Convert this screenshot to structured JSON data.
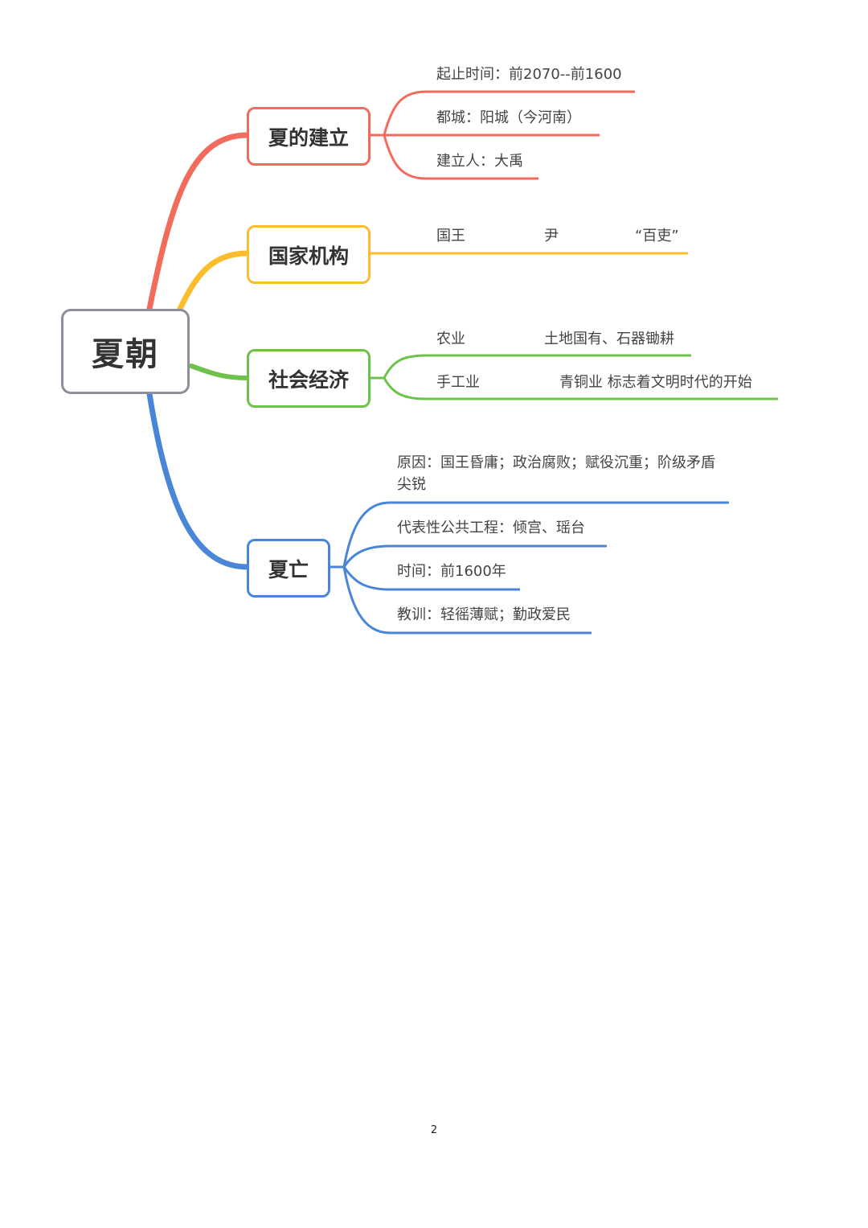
{
  "root": {
    "label": "夏朝"
  },
  "colors": {
    "root_border": "#8c8f99",
    "establish": "#f26b5b",
    "institutions": "#fbbd2c",
    "economy": "#6cc24a",
    "fall": "#4a86d8"
  },
  "branches": {
    "establish": {
      "label": "夏的建立",
      "items": [
        "起止时间：前2070--前1600",
        "都城：阳城（今河南）",
        "建立人：大禹"
      ]
    },
    "institutions": {
      "label": "国家机构",
      "items": [
        "国王",
        "尹",
        "“百吏”"
      ]
    },
    "economy": {
      "label": "社会经济",
      "rows": [
        {
          "sector": "农业",
          "detail": "土地国有、石器锄耕"
        },
        {
          "sector": "手工业",
          "detail": "青铜业  标志着文明时代的开始"
        }
      ]
    },
    "fall": {
      "label": "夏亡",
      "items": [
        "原因：国王昏庸；政治腐败；赋役沉重；阶级矛盾尖锐",
        "代表性公共工程：倾宫、瑶台",
        "时间：前1600年",
        "教训：轻徭薄赋；勤政爱民"
      ]
    }
  },
  "page_number": "2"
}
